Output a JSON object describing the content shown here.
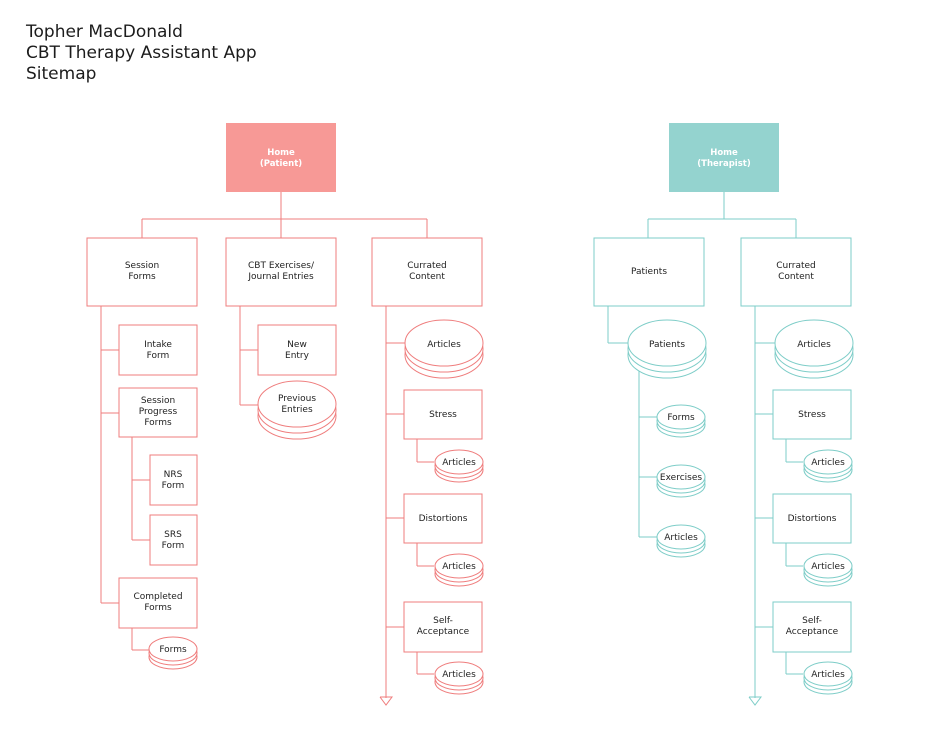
{
  "title": {
    "author": "Topher MacDonald",
    "app": "CBT Therapy Assistant App",
    "doc": "Sitemap"
  },
  "colors": {
    "patient": "#f79996",
    "patient_line": "#ef7d7d",
    "therapist": "#94d3cf",
    "therapist_line": "#7ecdc8"
  },
  "patient": {
    "home": [
      "Home",
      "(Patient)"
    ],
    "session_forms": [
      "Session",
      "Forms"
    ],
    "intake_form": [
      "Intake",
      "Form"
    ],
    "progress_forms": [
      "Session",
      "Progress",
      "Forms"
    ],
    "nrs_form": [
      "NRS",
      "Form"
    ],
    "srs_form": [
      "SRS",
      "Form"
    ],
    "completed_forms": [
      "Completed",
      "Forms"
    ],
    "forms": "Forms",
    "cbt_exercises": [
      "CBT Exercises/",
      "Journal Entries"
    ],
    "new_entry": [
      "New",
      "Entry"
    ],
    "previous_entries": [
      "Previous",
      "Entries"
    ],
    "curated_content": [
      "Currated",
      "Content"
    ],
    "articles": "Articles",
    "stress": "Stress",
    "distortions": "Distortions",
    "self_acceptance": [
      "Self-",
      "Acceptance"
    ]
  },
  "therapist": {
    "home": [
      "Home",
      "(Therapist)"
    ],
    "patients_box": "Patients",
    "patients_stack": "Patients",
    "forms": "Forms",
    "exercises": "Exercises",
    "articles": "Articles",
    "curated_content": [
      "Currated",
      "Content"
    ],
    "stress": "Stress",
    "distortions": "Distortions",
    "self_acceptance": [
      "Self-",
      "Acceptance"
    ]
  }
}
